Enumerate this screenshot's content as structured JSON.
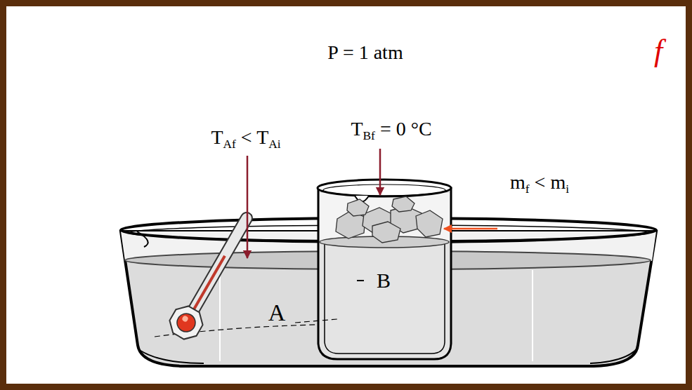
{
  "diagram": {
    "labels": [
      "P = 1 atm",
      "f",
      "TAf < TAi",
      "TBf = 0 °C",
      "mf < mi",
      "A",
      "B"
    ]
  }
}
